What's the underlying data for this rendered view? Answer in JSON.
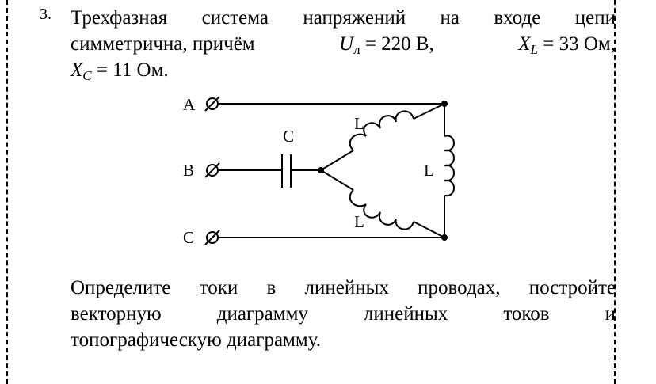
{
  "problem": {
    "number": "3.",
    "line1": [
      "Трехфазная",
      "система",
      "напряжений",
      "на",
      "входе",
      "цепи"
    ],
    "line2_prefix": "симметрична, причём",
    "u_symbol": "U",
    "u_sub": "л",
    "u_value": "= 220 В,",
    "xl_symbol": "X",
    "xl_sub": "L",
    "xl_value": "= 33 Ом,",
    "xc_symbol": "X",
    "xc_sub": "C",
    "xc_value": "= 11 Ом."
  },
  "circuit": {
    "terminals": [
      "A",
      "B",
      "C"
    ],
    "capacitor_label": "C",
    "inductor_labels": [
      "L",
      "L",
      "L"
    ]
  },
  "question": {
    "line1": [
      "Определите",
      "токи",
      "в",
      "линейных",
      "проводах,",
      "постройте"
    ],
    "line2": [
      "векторную",
      "диаграмму",
      "линейных",
      "токов",
      "и"
    ],
    "line3": "топографическую диаграмму."
  }
}
